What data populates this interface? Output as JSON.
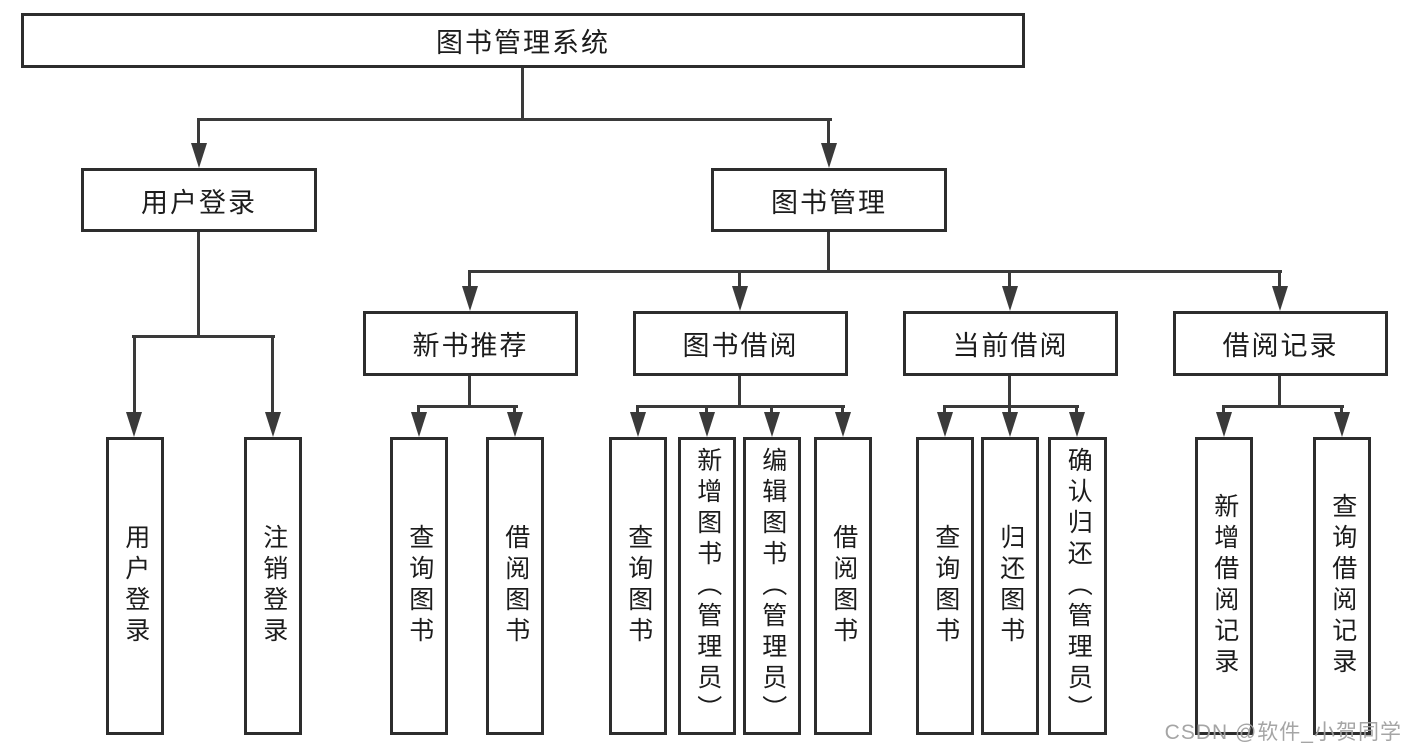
{
  "tree": {
    "root": {
      "label": "图书管理系统"
    },
    "branches": [
      {
        "label": "用户登录",
        "children": [
          {
            "label": "用户登录"
          },
          {
            "label": "注销登录"
          }
        ]
      },
      {
        "label": "图书管理",
        "children": [
          {
            "label": "新书推荐",
            "children": [
              {
                "label": "查询图书"
              },
              {
                "label": "借阅图书"
              }
            ]
          },
          {
            "label": "图书借阅",
            "children": [
              {
                "label": "查询图书"
              },
              {
                "label": "新增图书（管理员）"
              },
              {
                "label": "编辑图书（管理员）"
              },
              {
                "label": "借阅图书"
              }
            ]
          },
          {
            "label": "当前借阅",
            "children": [
              {
                "label": "查询图书"
              },
              {
                "label": "归还图书"
              },
              {
                "label": "确认归还（管理员）"
              }
            ]
          },
          {
            "label": "借阅记录",
            "children": [
              {
                "label": "新增借阅记录"
              },
              {
                "label": "查询借阅记录"
              }
            ]
          }
        ]
      }
    ]
  },
  "watermark": "CSDN @软件_小贺同学",
  "colors": {
    "line": "#3a3a3a",
    "box_border": "#2d2d2d",
    "text": "#1c1c1c",
    "watermark": "#a0a0a0",
    "background": "#ffffff"
  }
}
